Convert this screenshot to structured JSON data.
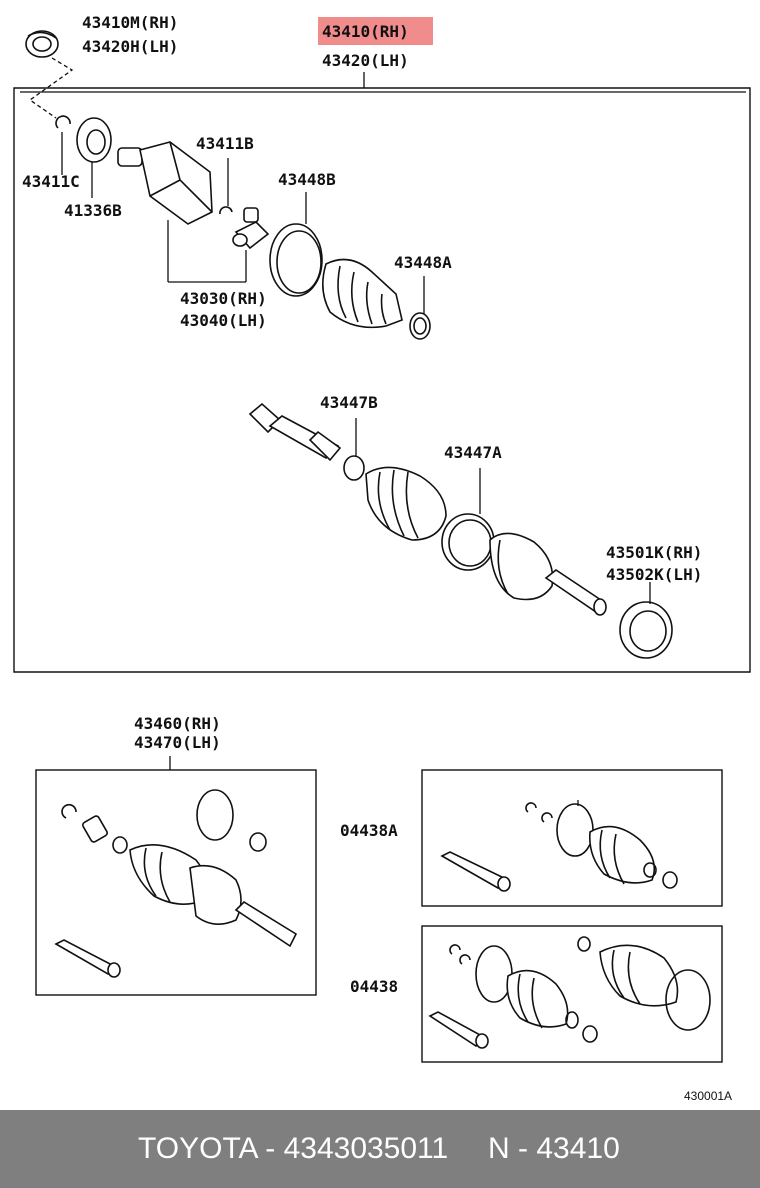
{
  "labels": {
    "p43410m": "43410M(RH)",
    "p43420h": "43420H(LH)",
    "main_rh": "43410(RH)",
    "main_lh": "43420(LH)",
    "p43411c": "43411C",
    "p41336b": "41336B",
    "p43411b": "43411B",
    "p43448b": "43448B",
    "p43448a": "43448A",
    "p43030": "43030(RH)",
    "p43040": "43040(LH)",
    "p43447b": "43447B",
    "p43447a": "43447A",
    "p43501k": "43501K(RH)",
    "p43502k": "43502K(LH)",
    "p43460": "43460(RH)",
    "p43470": "43470(LH)",
    "kit_04438a": "04438A",
    "kit_04438": "04438",
    "diagram_code": "430001A"
  },
  "footer": {
    "left": "TOYOTA - 4343035011",
    "right": "N - 43410"
  },
  "colors": {
    "highlight": "#f08c8c",
    "footer_bg": "#7f7f7f"
  }
}
